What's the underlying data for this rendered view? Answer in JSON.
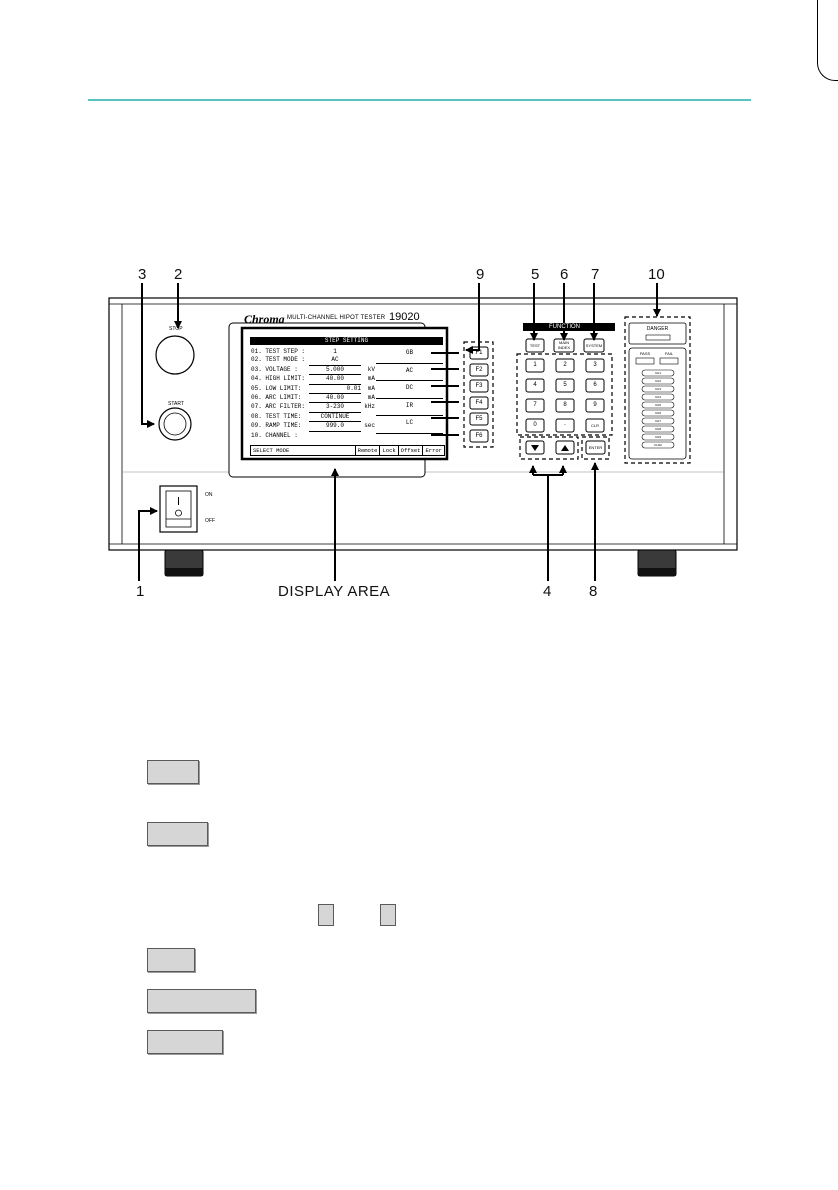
{
  "callouts": {
    "n3": "3",
    "n2": "2",
    "n9": "9",
    "n5": "5",
    "n6": "6",
    "n7": "7",
    "n10": "10",
    "n1": "1",
    "display_area": "DISPLAY  AREA",
    "n4": "4",
    "n8": "8"
  },
  "panel": {
    "brand": "Chroma",
    "model_text": "MULTI-CHANNEL HIPOT TESTER",
    "model_no": "19020",
    "stop_label": "STOP",
    "start_label": "START",
    "on_label": "ON",
    "off_label": "OFF",
    "function_label": "FUNCTION",
    "test_label": "TEST",
    "main_index_label": "MAIN INDEX",
    "system_label": "SYSTEM",
    "danger_label": "DANGER",
    "pass_label": "PASS",
    "fail_label": "FAIL",
    "enter_label": "ENTER",
    "clr_label": "CLR",
    "f_keys": [
      "F1",
      "F2",
      "F3",
      "F4",
      "F5",
      "F6"
    ],
    "keypad": [
      "1",
      "2",
      "3",
      "4",
      "5",
      "6",
      "7",
      "8",
      "9",
      "0",
      ".",
      "CLR"
    ],
    "channels": [
      "CH1",
      "CH2",
      "CH3",
      "CH4",
      "CH5",
      "CH6",
      "CH7",
      "CH8",
      "CH9",
      "CH10"
    ]
  },
  "screen": {
    "title": "STEP SETTING",
    "rows": [
      {
        "label": "01. TEST STEP  :",
        "value": "1",
        "unit": ""
      },
      {
        "label": "02. TEST MODE  :",
        "value": "AC",
        "unit": ""
      },
      {
        "label": "03. VOLTAGE    :",
        "value": "5.000",
        "unit": "kV"
      },
      {
        "label": "04. HIGH LIMIT:",
        "value": "40.00",
        "unit": "mA"
      },
      {
        "label": "05. LOW  LIMIT:",
        "value": "0.01",
        "unit": "mA"
      },
      {
        "label": "06. ARC  LIMIT:",
        "value": "40.00",
        "unit": "mA"
      },
      {
        "label": "07. ARC FILTER:",
        "value": "3-230",
        "unit": "kHz"
      },
      {
        "label": "08. TEST  TIME:",
        "value": "CONTINUE",
        "unit": ""
      },
      {
        "label": "09. RAMP  TIME:",
        "value": "999.0",
        "unit": "sec"
      },
      {
        "label": "10. CHANNEL   :",
        "value": "",
        "unit": ""
      }
    ],
    "modes": [
      "GB",
      "AC",
      "DC",
      "IR",
      "LC"
    ],
    "status": "SELECT  MODE",
    "tags": [
      "Remote",
      "Lock",
      "Offset",
      "Error"
    ]
  }
}
